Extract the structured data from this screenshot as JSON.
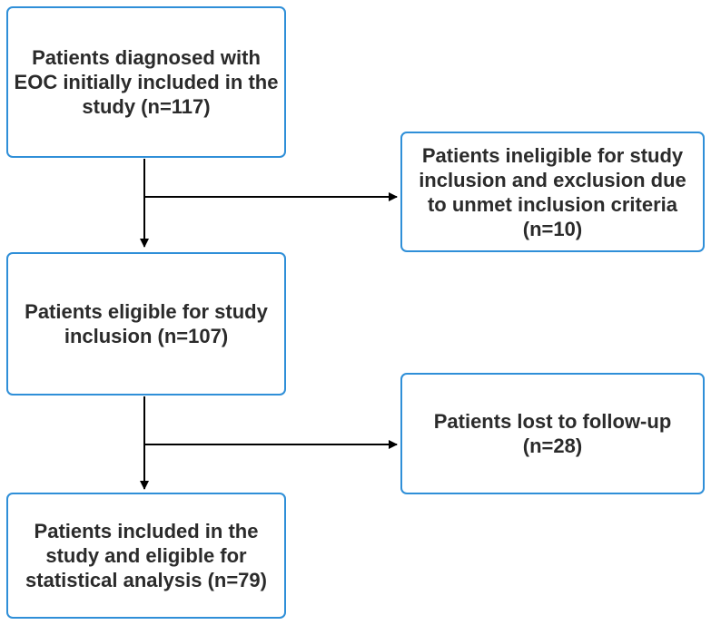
{
  "flowchart": {
    "initial": "Patients diagnosed with EOC initially included in the study (n=117)",
    "ineligible": "Patients ineligible for study inclusion and exclusion due to unmet inclusion criteria (n=10)",
    "eligible": "Patients eligible for study inclusion (n=107)",
    "lost": "Patients lost to follow-up (n=28)",
    "final": "Patients included in the study and eligible for statistical analysis (n=79)"
  },
  "colors": {
    "box_border": "#2f8fd8",
    "text": "#2b2b2b",
    "arrow": "#000000"
  }
}
